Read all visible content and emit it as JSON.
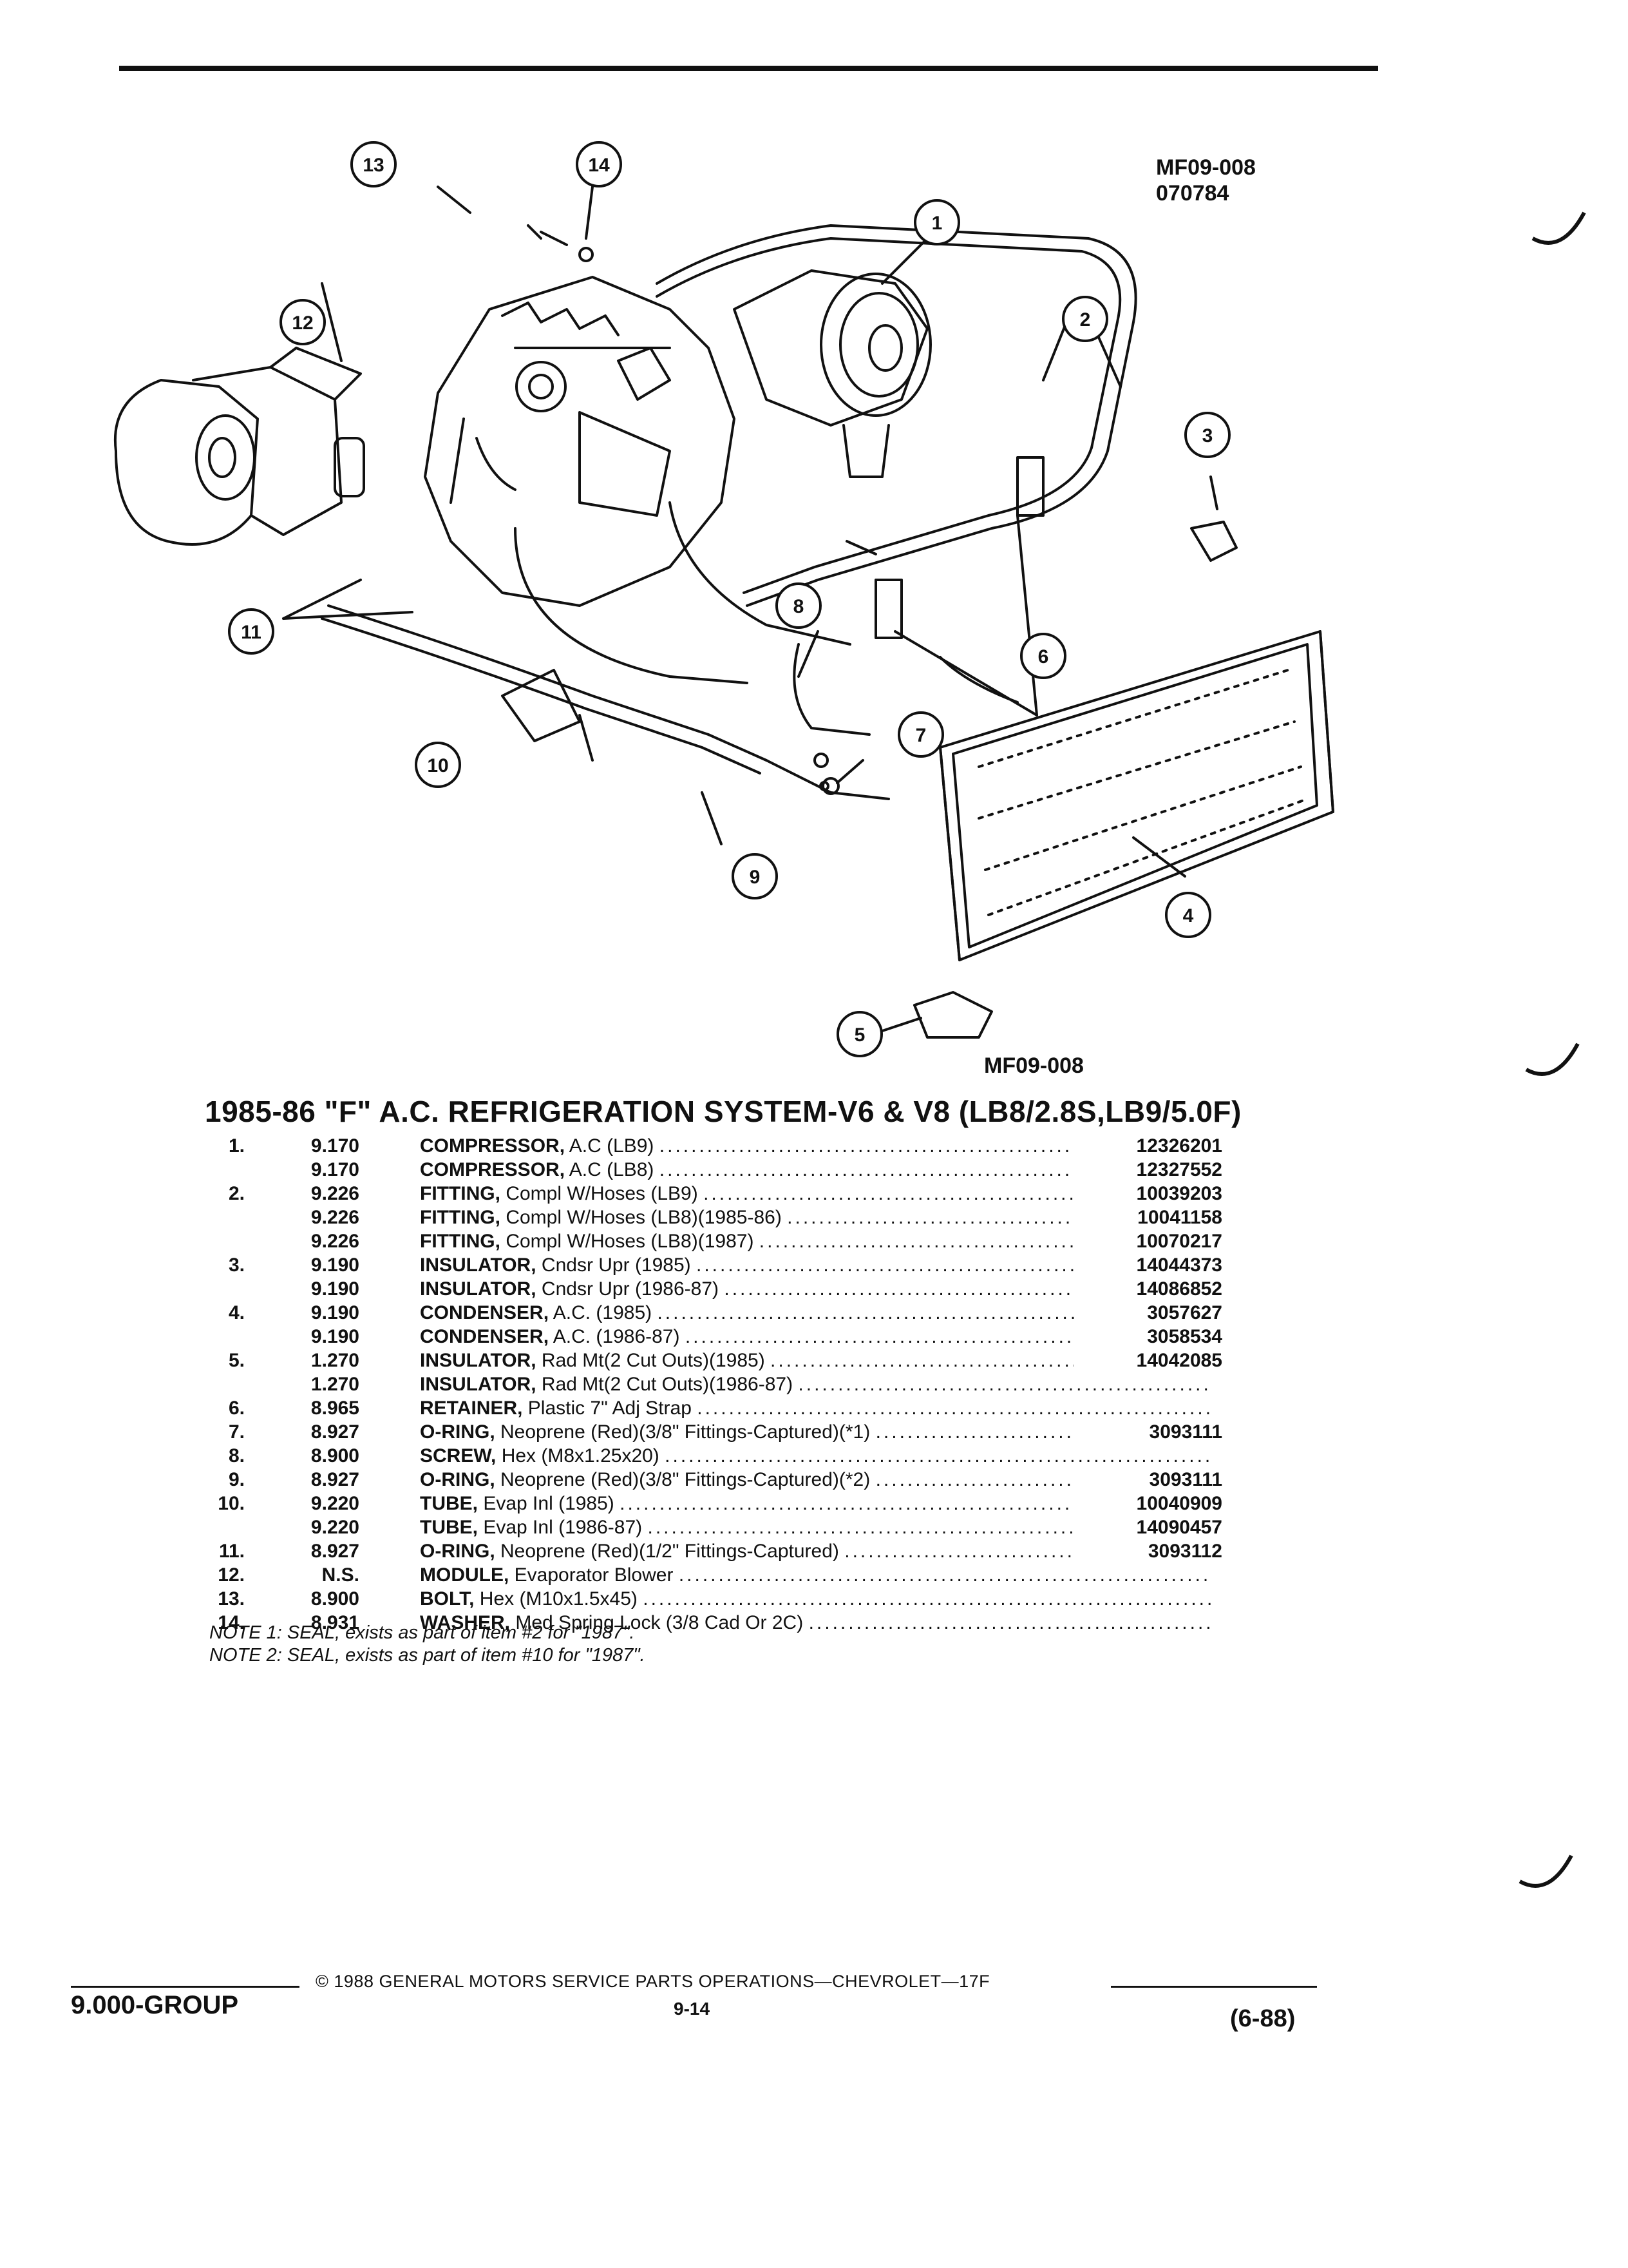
{
  "figure": {
    "code_top": "MF09-008",
    "date_code": "070784",
    "code_bottom": "MF09-008",
    "callouts": [
      "1",
      "2",
      "3",
      "4",
      "5",
      "6",
      "7",
      "8",
      "9",
      "10",
      "11",
      "12",
      "13",
      "14"
    ]
  },
  "title": "1985-86 \"F\" A.C. REFRIGERATION SYSTEM-V6 & V8 (LB8/2.8S,LB9/5.0F)",
  "parts": [
    {
      "num": "1.",
      "group": "9.170",
      "name": "COMPRESSOR,",
      "detail": "A.C (LB9)",
      "part_no": "12326201"
    },
    {
      "num": "",
      "group": "9.170",
      "name": "COMPRESSOR,",
      "detail": "A.C (LB8)",
      "part_no": "12327552"
    },
    {
      "num": "2.",
      "group": "9.226",
      "name": "FITTING,",
      "detail": "Compl W/Hoses (LB9)",
      "part_no": "10039203"
    },
    {
      "num": "",
      "group": "9.226",
      "name": "FITTING,",
      "detail": "Compl W/Hoses (LB8)(1985-86)",
      "part_no": "10041158"
    },
    {
      "num": "",
      "group": "9.226",
      "name": "FITTING,",
      "detail": "Compl W/Hoses (LB8)(1987)",
      "part_no": "10070217"
    },
    {
      "num": "3.",
      "group": "9.190",
      "name": "INSULATOR,",
      "detail": "Cndsr Upr (1985)",
      "part_no": "14044373"
    },
    {
      "num": "",
      "group": "9.190",
      "name": "INSULATOR,",
      "detail": "Cndsr Upr (1986-87)",
      "part_no": "14086852"
    },
    {
      "num": "4.",
      "group": "9.190",
      "name": "CONDENSER,",
      "detail": "A.C. (1985)",
      "part_no": "3057627"
    },
    {
      "num": "",
      "group": "9.190",
      "name": "CONDENSER,",
      "detail": "A.C. (1986-87)",
      "part_no": "3058534"
    },
    {
      "num": "5.",
      "group": "1.270",
      "name": "INSULATOR,",
      "detail": "Rad Mt(2 Cut Outs)(1985)",
      "part_no": "14042085"
    },
    {
      "num": "",
      "group": "1.270",
      "name": "INSULATOR,",
      "detail": "Rad Mt(2 Cut Outs)(1986-87)",
      "part_no": ""
    },
    {
      "num": "6.",
      "group": "8.965",
      "name": "RETAINER,",
      "detail": "Plastic 7\" Adj Strap",
      "part_no": ""
    },
    {
      "num": "7.",
      "group": "8.927",
      "name": "O-RING,",
      "detail": "Neoprene (Red)(3/8\" Fittings-Captured)(*1)",
      "part_no": "3093111"
    },
    {
      "num": "8.",
      "group": "8.900",
      "name": "SCREW,",
      "detail": "Hex (M8x1.25x20)",
      "part_no": ""
    },
    {
      "num": "9.",
      "group": "8.927",
      "name": "O-RING,",
      "detail": "Neoprene (Red)(3/8\" Fittings-Captured)(*2)",
      "part_no": "3093111"
    },
    {
      "num": "10.",
      "group": "9.220",
      "name": "TUBE,",
      "detail": "Evap Inl (1985)",
      "part_no": "10040909"
    },
    {
      "num": "",
      "group": "9.220",
      "name": "TUBE,",
      "detail": "Evap Inl (1986-87)",
      "part_no": "14090457"
    },
    {
      "num": "11.",
      "group": "8.927",
      "name": "O-RING,",
      "detail": "Neoprene (Red)(1/2\" Fittings-Captured)",
      "part_no": "3093112"
    },
    {
      "num": "12.",
      "group": "N.S.",
      "name": "MODULE,",
      "detail": "Evaporator Blower",
      "part_no": ""
    },
    {
      "num": "13.",
      "group": "8.900",
      "name": "BOLT,",
      "detail": "Hex (M10x1.5x45)",
      "part_no": ""
    },
    {
      "num": "14.",
      "group": "8.931",
      "name": "WASHER,",
      "detail": "Med Spring Lock (3/8 Cad Or 2C)",
      "part_no": ""
    }
  ],
  "notes": [
    "NOTE 1: SEAL, exists as part of item #2 for \"1987\".",
    "NOTE 2: SEAL, exists as part of item #10 for \"1987\"."
  ],
  "footer": {
    "group": "9.000-GROUP",
    "copyright": "© 1988 GENERAL MOTORS SERVICE PARTS OPERATIONS—CHEVROLET—17F",
    "page": "9-14",
    "date": "(6-88)"
  }
}
